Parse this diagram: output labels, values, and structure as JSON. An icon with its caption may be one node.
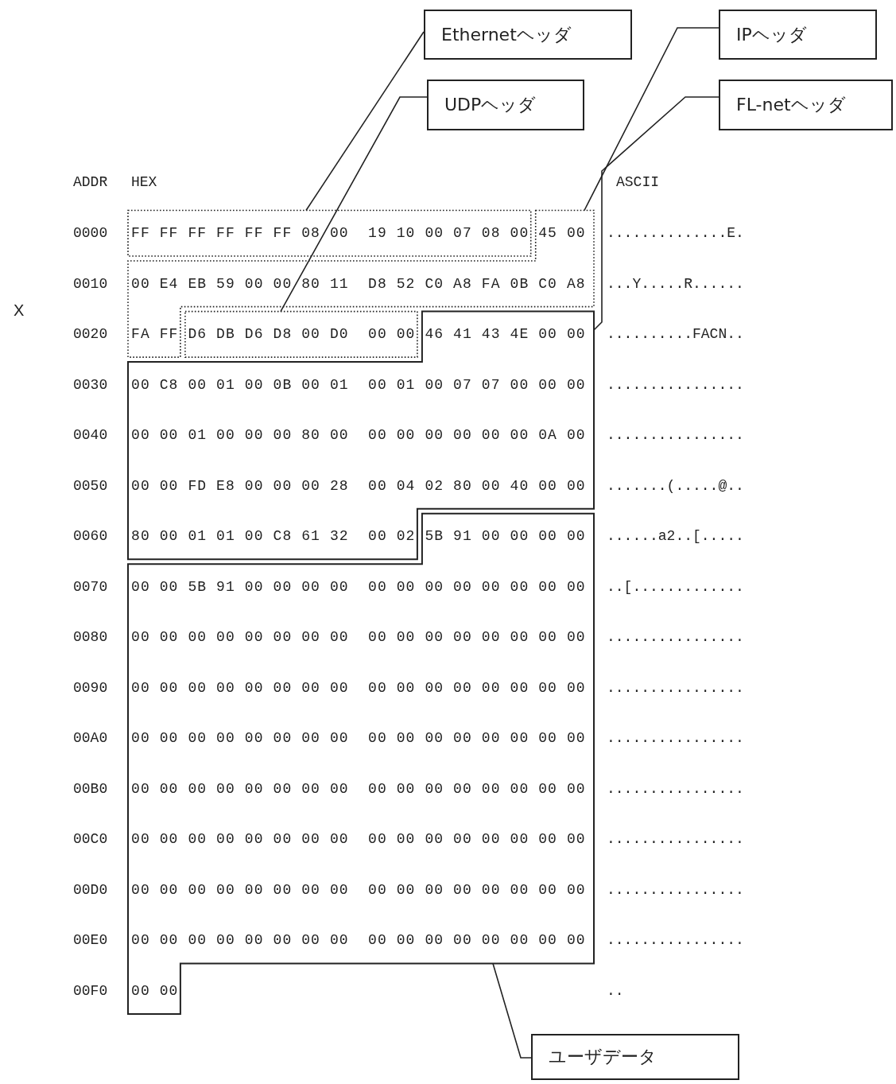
{
  "diagram": {
    "nodes": [
      {
        "text": [
          "Ethernetヘッダ"
        ]
      },
      {
        "text": [
          "IPヘッダ"
        ]
      },
      {
        "text": [
          "UDPヘッダ"
        ]
      },
      {
        "text": [
          "FL-netヘッダ"
        ]
      },
      {
        "text": [],
        "shape": "box"
      },
      {
        "text": [],
        "shape": "box"
      },
      {
        "text": [],
        "shape": "box"
      },
      {
        "text": [],
        "shape": "box"
      },
      {
        "text": [],
        "shape": "box"
      },
      {
        "text": [
          "ユーザデータ"
        ]
      }
    ],
    "edges": [
      {
        "from": 0,
        "to": 4,
        "arrow": "none"
      },
      {
        "from": 1,
        "to": 5,
        "arrow": "none"
      },
      {
        "from": 2,
        "to": 6,
        "arrow": "none"
      },
      {
        "from": 3,
        "to": 7,
        "arrow": "none"
      },
      {
        "from": 9,
        "to": 8,
        "arrow": "none"
      }
    ],
    "labels": [
      "ADDR",
      "HEX",
      "ASCII",
      "X",
      "0000",
      "FF",
      "FF",
      "FF",
      "FF",
      "FF",
      "FF",
      "08",
      "00",
      "19",
      "10",
      "00",
      "07",
      "08",
      "00",
      "45",
      "00",
      "..............E.",
      "0010",
      "00",
      "E4",
      "EB",
      "59",
      "00",
      "00",
      "80",
      "11",
      "D8",
      "52",
      "C0",
      "A8",
      "FA",
      "0B",
      "C0",
      "A8",
      "...Y.....R......",
      "0020",
      "FA",
      "FF",
      "D6",
      "DB",
      "D6",
      "D8",
      "00",
      "D0",
      "00",
      "00",
      "46",
      "41",
      "43",
      "4E",
      "00",
      "00",
      "..........FACN..",
      "0030",
      "00",
      "C8",
      "00",
      "01",
      "00",
      "0B",
      "00",
      "01",
      "00",
      "01",
      "00",
      "07",
      "07",
      "00",
      "00",
      "00",
      "................",
      "0040",
      "00",
      "00",
      "01",
      "00",
      "00",
      "00",
      "80",
      "00",
      "00",
      "00",
      "00",
      "00",
      "00",
      "00",
      "0A",
      "00",
      "................",
      "0050",
      "00",
      "00",
      "FD",
      "E8",
      "00",
      "00",
      "00",
      "28",
      "00",
      "04",
      "02",
      "80",
      "00",
      "40",
      "00",
      "00",
      ".......(.....@..",
      "0060",
      "80",
      "00",
      "01",
      "01",
      "00",
      "C8",
      "61",
      "32",
      "00",
      "02",
      "5B",
      "91",
      "00",
      "00",
      "00",
      "00",
      "......a2..[.....",
      "0070",
      "00",
      "00",
      "5B",
      "91",
      "00",
      "00",
      "00",
      "00",
      "00",
      "00",
      "00",
      "00",
      "00",
      "00",
      "00",
      "00",
      "..[.............",
      "0080",
      "00",
      "00",
      "00",
      "00",
      "00",
      "00",
      "00",
      "00",
      "00",
      "00",
      "00",
      "00",
      "00",
      "00",
      "00",
      "00",
      "................",
      "0090",
      "00",
      "00",
      "00",
      "00",
      "00",
      "00",
      "00",
      "00",
      "00",
      "00",
      "00",
      "00",
      "00",
      "00",
      "00",
      "00",
      "................",
      "00A0",
      "00",
      "00",
      "00",
      "00",
      "00",
      "00",
      "00",
      "00",
      "00",
      "00",
      "00",
      "00",
      "00",
      "00",
      "00",
      "00",
      "................",
      "00B0",
      "00",
      "00",
      "00",
      "00",
      "00",
      "00",
      "00",
      "00",
      "00",
      "00",
      "00",
      "00",
      "00",
      "00",
      "00",
      "00",
      "................",
      "00C0",
      "00",
      "00",
      "00",
      "00",
      "00",
      "00",
      "00",
      "00",
      "00",
      "00",
      "00",
      "00",
      "00",
      "00",
      "00",
      "00",
      "................",
      "00D0",
      "00",
      "00",
      "00",
      "00",
      "00",
      "00",
      "00",
      "00",
      "00",
      "00",
      "00",
      "00",
      "00",
      "00",
      "00",
      "00",
      "................",
      "00E0",
      "00",
      "00",
      "00",
      "00",
      "00",
      "00",
      "00",
      "00",
      "00",
      "00",
      "00",
      "00",
      "00",
      "00",
      "00",
      "00",
      "................",
      "00F0",
      "00",
      "00",
      ".."
    ]
  }
}
